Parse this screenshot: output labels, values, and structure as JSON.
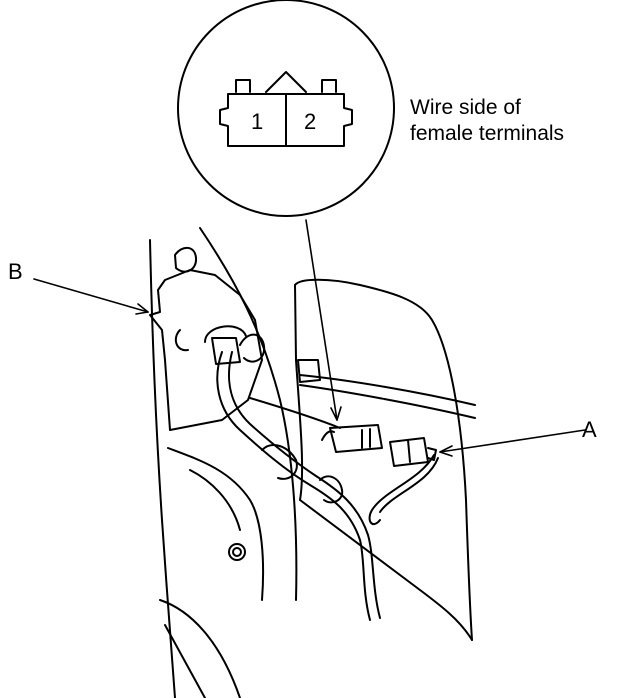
{
  "callouts": {
    "a": "A",
    "b": "B"
  },
  "inset": {
    "caption_line1": "Wire side of",
    "caption_line2": "female terminals",
    "pins": [
      "1",
      "2"
    ]
  }
}
